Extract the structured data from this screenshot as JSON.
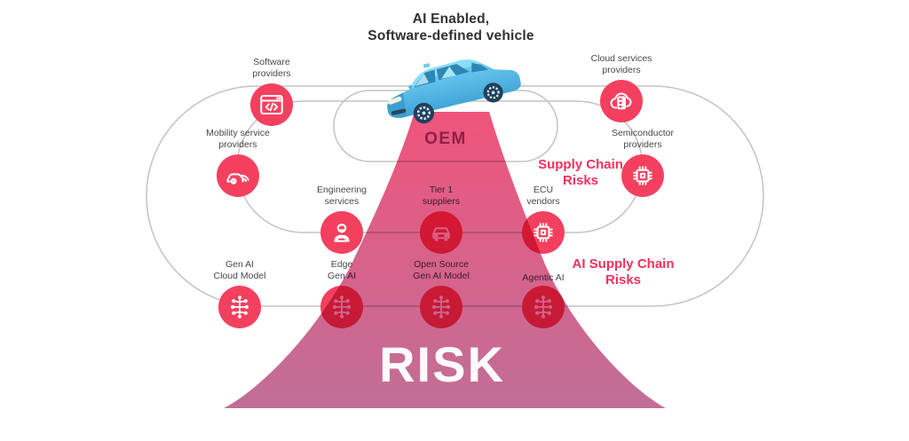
{
  "title": {
    "line1": "AI Enabled,",
    "line2": "Software-defined vehicle"
  },
  "oem": {
    "label": "OEM"
  },
  "risk": {
    "label": "RISK"
  },
  "callouts": {
    "supply_chain": {
      "line1": "Supply Chain",
      "line2": "Risks"
    },
    "ai_supply_chain": {
      "line1": "AI Supply Chain",
      "line2": "Risks"
    }
  },
  "nodes": [
    {
      "id": "software-providers",
      "line1": "Software",
      "line2": "providers",
      "icon": "code-window-icon"
    },
    {
      "id": "cloud-services-providers",
      "line1": "Cloud services",
      "line2": "providers",
      "icon": "cloud-server-icon"
    },
    {
      "id": "mobility-service-providers",
      "line1": "Mobility service",
      "line2": "providers",
      "icon": "car-signal-icon"
    },
    {
      "id": "semiconductor-providers",
      "line1": "Semiconductor",
      "line2": "providers",
      "icon": "chip-icon"
    },
    {
      "id": "engineering-services",
      "line1": "Engineering",
      "line2": "services",
      "icon": "engineer-icon"
    },
    {
      "id": "tier-1-suppliers",
      "line1": "Tier 1",
      "line2": "suppliers",
      "icon": "car-front-icon"
    },
    {
      "id": "ecu-vendors",
      "line1": "ECU",
      "line2": "vendors",
      "icon": "chip-icon"
    },
    {
      "id": "gen-ai-cloud-model",
      "line1": "Gen AI",
      "line2": "Cloud Model",
      "icon": "ai-network-icon"
    },
    {
      "id": "edge-gen-ai",
      "line1": "Edge",
      "line2": "Gen AI",
      "icon": "ai-network-icon"
    },
    {
      "id": "open-source-gen-ai-model",
      "line1": "Open Source",
      "line2": "Gen AI Model",
      "icon": "ai-network-icon"
    },
    {
      "id": "agentic-ai",
      "line1": "Agentic AI",
      "line2": "",
      "icon": "ai-network-icon"
    }
  ],
  "colors": {
    "node_pink": "#F4405F",
    "risk_text_pink": "#F1315C",
    "beam_top": "#F0547B",
    "beam_bottom": "#C06F97",
    "connector_gray": "#C3C3C3",
    "label_gray": "#47474F",
    "oem_maroon": "#8E2045",
    "car_blue": "#5BC4EE"
  }
}
